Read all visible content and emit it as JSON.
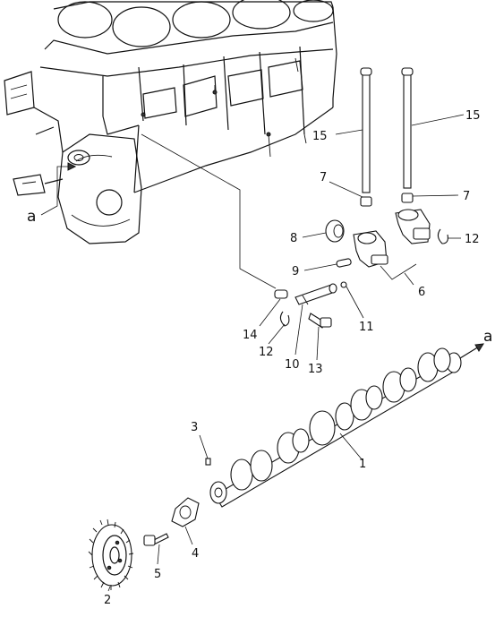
{
  "diagram": {
    "callouts": {
      "c1": "1",
      "c2": "2",
      "c3": "3",
      "c4": "4",
      "c5": "5",
      "c6": "6",
      "c7_left": "7",
      "c7_right": "7",
      "c8": "8",
      "c9": "9",
      "c10": "10",
      "c11": "11",
      "c12_left": "12",
      "c12_right": "12",
      "c13": "13",
      "c14": "14",
      "c15_left": "15",
      "c15_right": "15",
      "ref_a_left": "a",
      "ref_a_right": "a"
    }
  }
}
